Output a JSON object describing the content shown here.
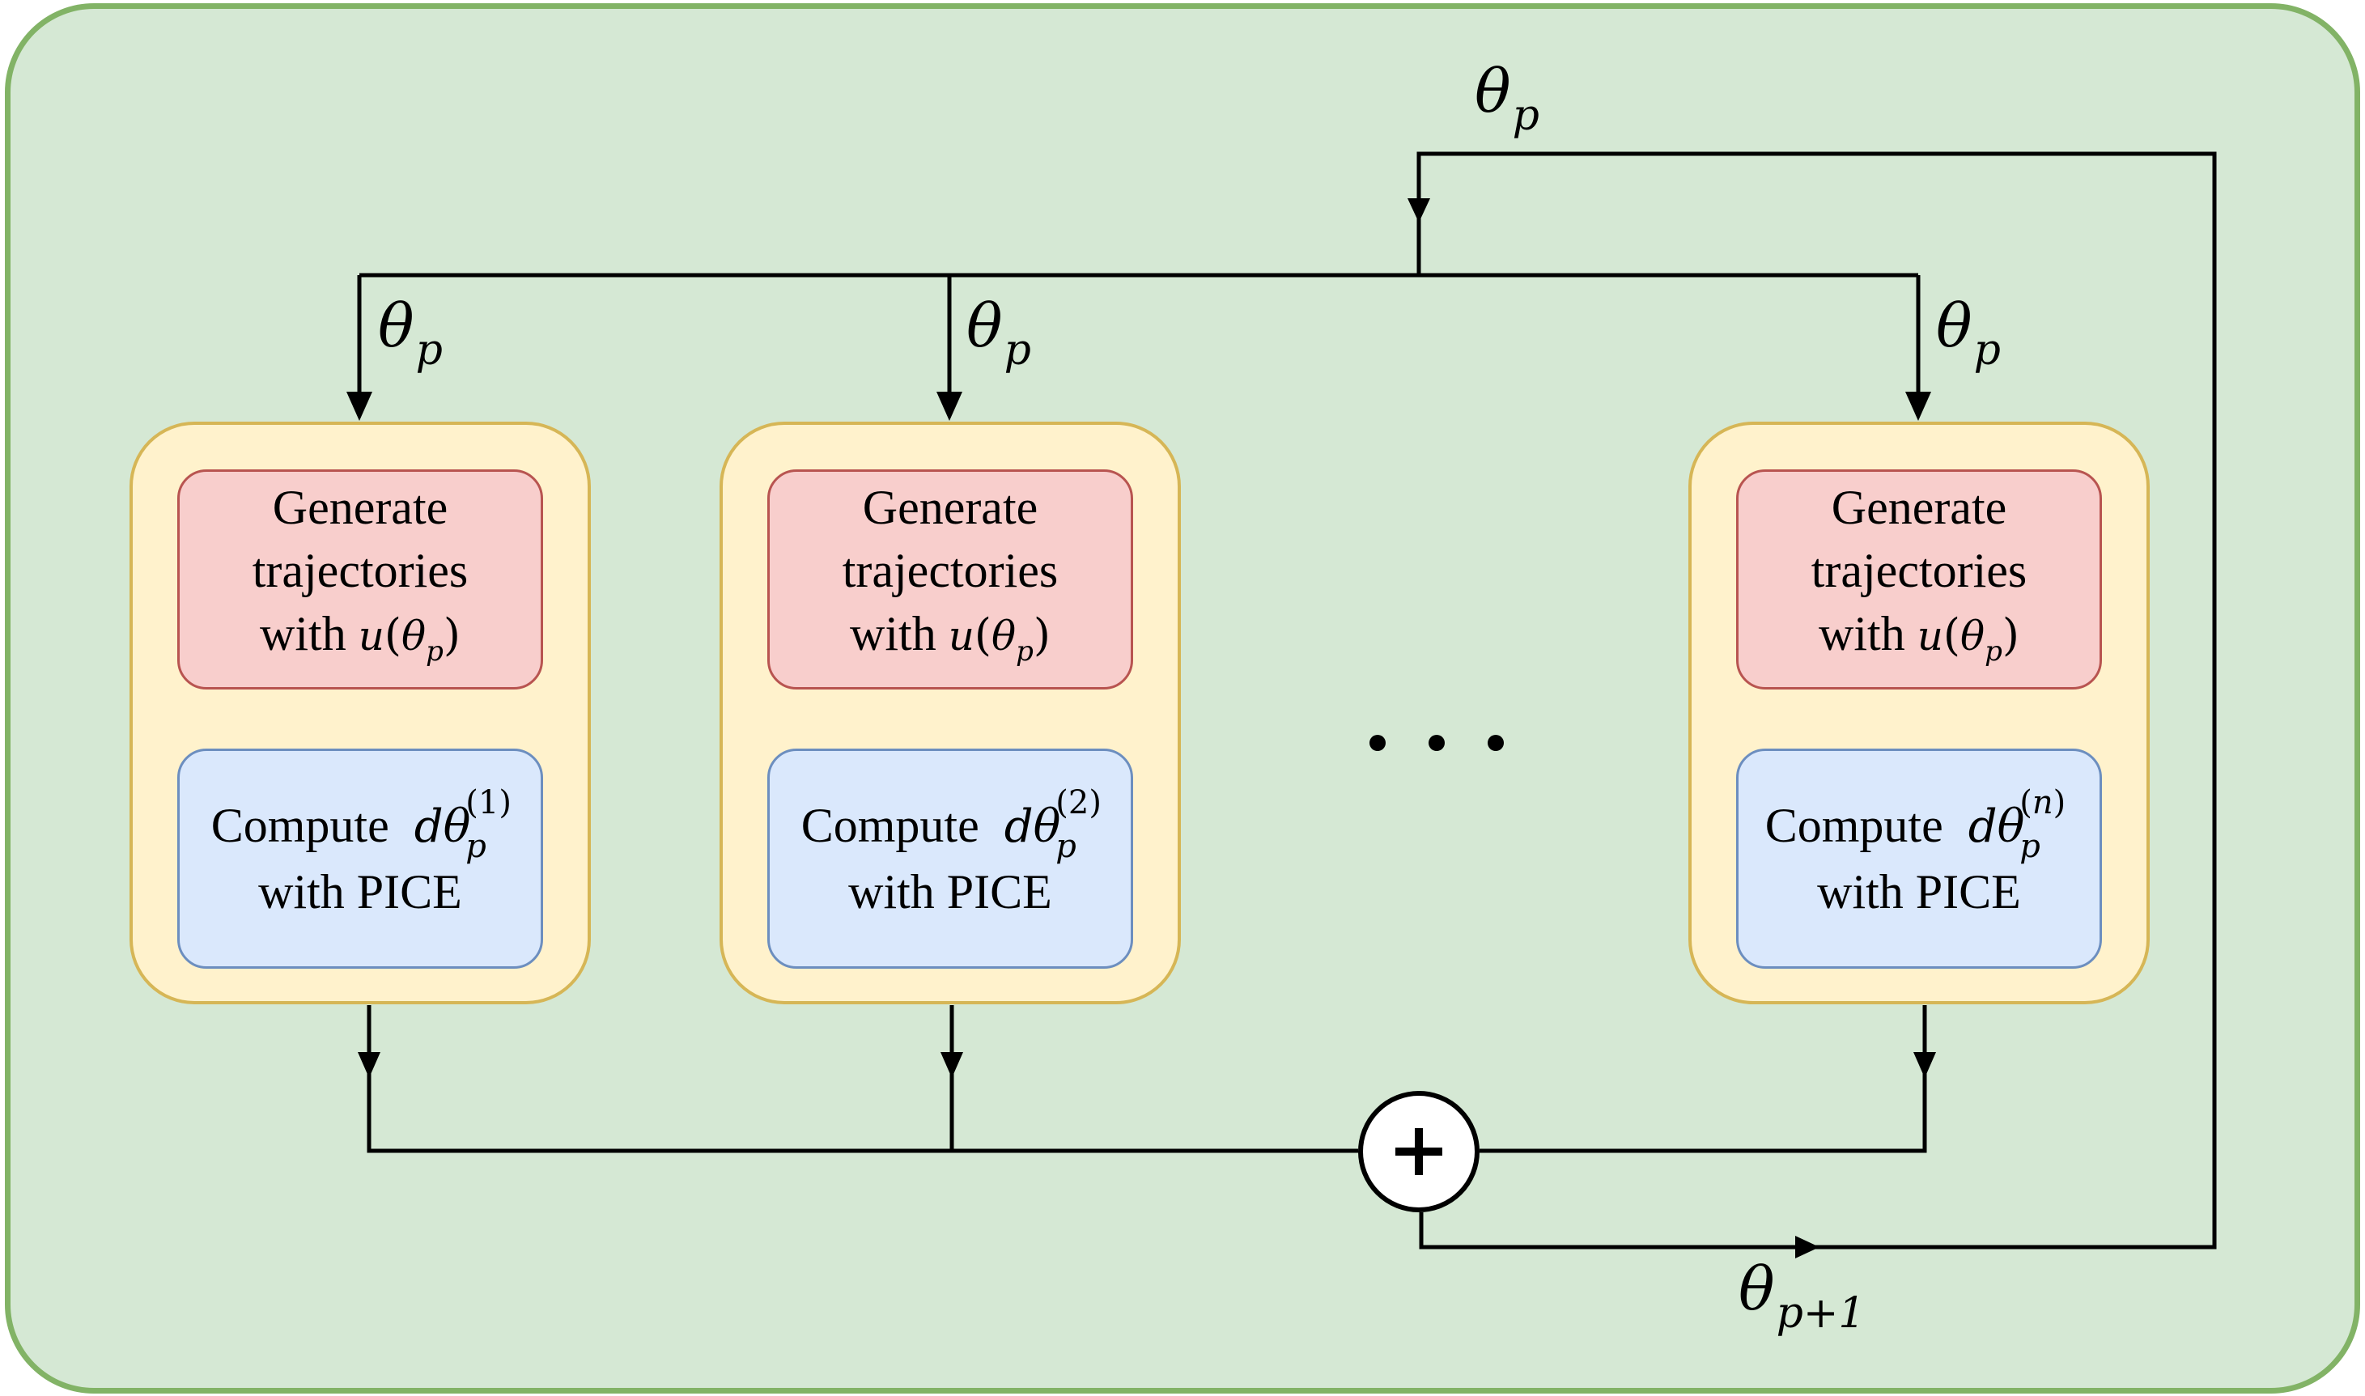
{
  "diagram": {
    "colors": {
      "outer_fill": "#d5e8d4",
      "outer_stroke": "#82b366",
      "worker_fill": "#fff2cc",
      "worker_stroke": "#d6b656",
      "generate_fill": "#f8cecc",
      "generate_stroke": "#b85450",
      "compute_fill": "#dae8fc",
      "compute_stroke": "#6c8ebf",
      "wire": "#000000"
    },
    "top_input": {
      "symbol": "θ",
      "subscript": "p"
    },
    "branch_inputs": [
      {
        "symbol": "θ",
        "subscript": "p"
      },
      {
        "symbol": "θ",
        "subscript": "p"
      },
      {
        "symbol": "θ",
        "subscript": "p"
      }
    ],
    "workers": [
      {
        "generate": {
          "line1": "Generate",
          "line2": "trajectories",
          "line3_text": "with",
          "line3_func": "u",
          "line3_arg": "θ",
          "line3_arg_sub": "p"
        },
        "compute": {
          "line1_text": "Compute",
          "dtheta": "dθ",
          "dtheta_sub": "p",
          "dtheta_sup": "(1)",
          "line2": "with PICE"
        }
      },
      {
        "generate": {
          "line1": "Generate",
          "line2": "trajectories",
          "line3_text": "with",
          "line3_func": "u",
          "line3_arg": "θ",
          "line3_arg_sub": "p"
        },
        "compute": {
          "line1_text": "Compute",
          "dtheta": "dθ",
          "dtheta_sub": "p",
          "dtheta_sup": "(2)",
          "line2": "with PICE"
        }
      },
      {
        "generate": {
          "line1": "Generate",
          "line2": "trajectories",
          "line3_text": "with",
          "line3_func": "u",
          "line3_arg": "θ",
          "line3_arg_sub": "p"
        },
        "compute": {
          "line1_text": "Compute",
          "dtheta": "dθ",
          "dtheta_sub": "p",
          "dtheta_sup_open": "(",
          "dtheta_sup_var": "n",
          "dtheta_sup_close": ")",
          "line2": "with PICE"
        }
      }
    ],
    "sum_symbol": "+",
    "output": {
      "symbol": "θ",
      "subscript": "p+1"
    }
  }
}
